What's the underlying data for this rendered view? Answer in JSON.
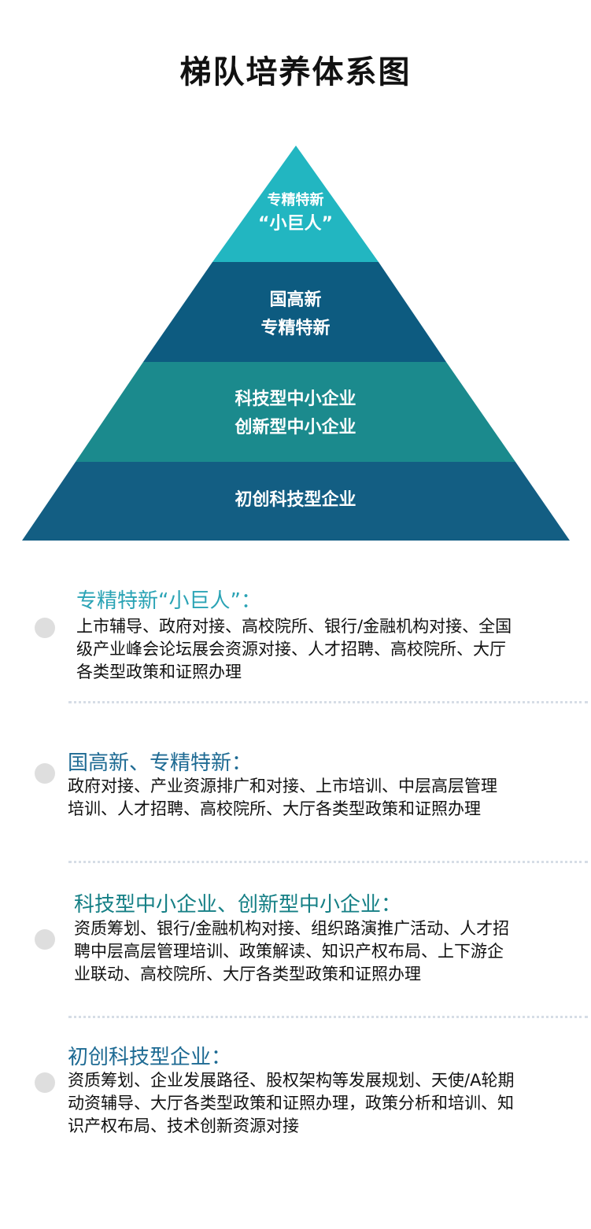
{
  "title": "梯队培养体系图",
  "colors": {
    "tier1": "#22b6c1",
    "tier2": "#0d5b80",
    "tier3": "#1b8a8d",
    "tier4": "#135e83",
    "heading_teal": "#2aa3b5",
    "heading_blue": "#1d6a93",
    "heading_dark_teal": "#147f85"
  },
  "pyramid": {
    "tiers": [
      {
        "lines": [
          "专精特新",
          "“小巨人”"
        ]
      },
      {
        "lines": [
          "国高新",
          "专精特新"
        ]
      },
      {
        "lines": [
          "科技型中小企业",
          "创新型中小企业"
        ]
      },
      {
        "lines": [
          "初创科技型企业"
        ]
      }
    ]
  },
  "sections": [
    {
      "heading": "专精特新“小巨人”：",
      "body": "上市辅导、政府对接、高校院所、银行/金融机构对接、全国\n级产业峰会论坛展会资源对接、人才招聘、高校院所、大厅\n各类型政策和证照办理"
    },
    {
      "heading": "国高新、专精特新：",
      "body": "政府对接、产业资源排广和对接、上市培训、中层高层管理\n培训、人才招聘、高校院所、大厅各类型政策和证照办理"
    },
    {
      "heading": "科技型中小企业、创新型中小企业：",
      "body": "资质筹划、银行/金融机构对接、组织路演推广活动、人才招\n聘中层高层管理培训、政策解读、知识产权布局、上下游企\n业联动、高校院所、大厅各类型政策和证照办理"
    },
    {
      "heading": "初创科技型企业：",
      "body": "资质筹划、企业发展路径、股权架构等发展规划、天使/A轮期\n动资辅导、大厅各类型政策和证照办理，政策分析和培训、知\n识产权布局、技术创新资源对接"
    }
  ]
}
